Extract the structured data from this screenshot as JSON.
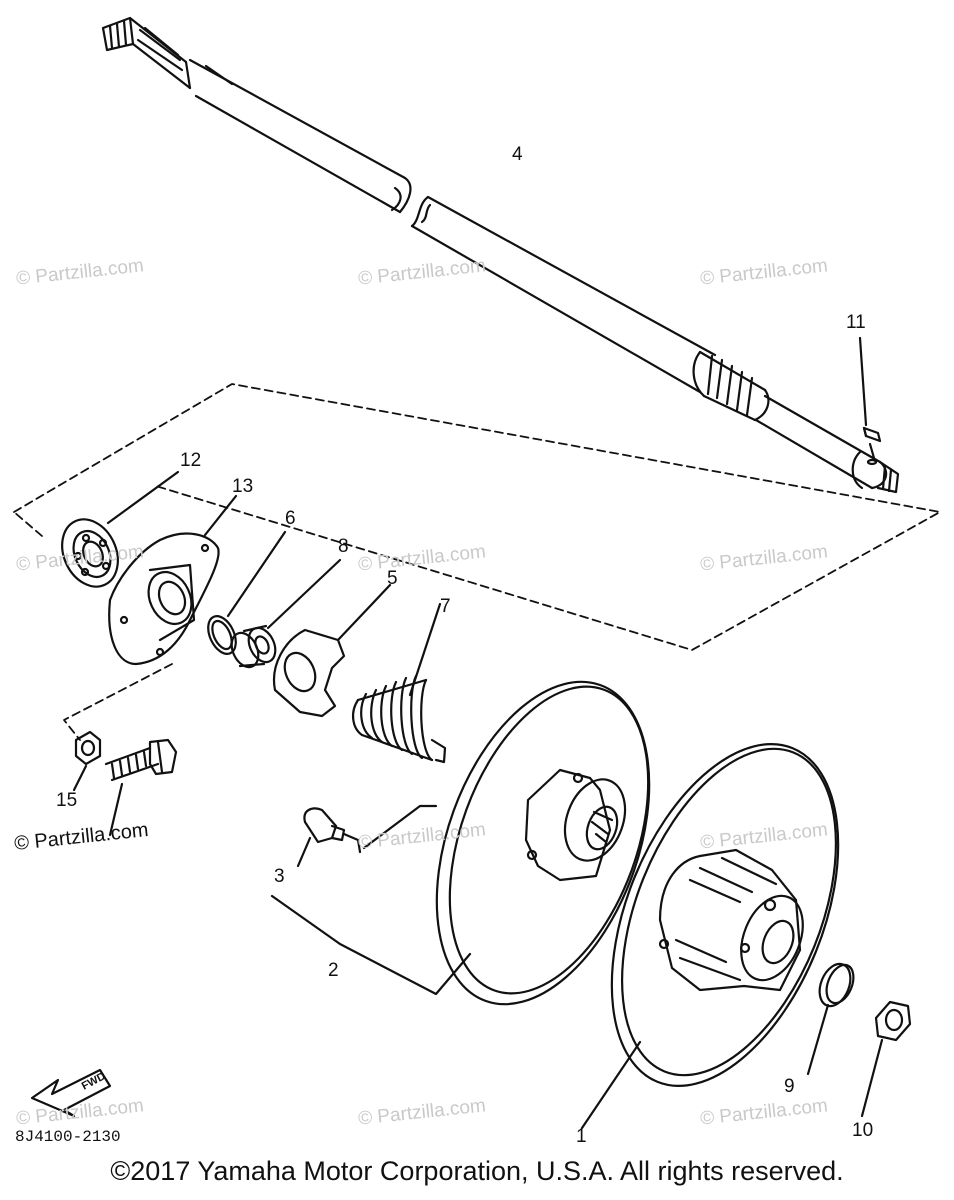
{
  "diagram": {
    "reference_code": "8J4100-2130",
    "copyright": "©2017 Yamaha Motor Corporation, U.S.A. All rights reserved.",
    "fwd_label": "FWD",
    "watermark": "© Partzilla.com",
    "callouts": {
      "p1": "1",
      "p2": "2",
      "p3": "3",
      "p4": "4",
      "p5": "5",
      "p6": "6",
      "p7": "7",
      "p8": "8",
      "p9": "9",
      "p10": "10",
      "p11": "11",
      "p12": "12",
      "p13": "13",
      "p15": "15"
    }
  }
}
